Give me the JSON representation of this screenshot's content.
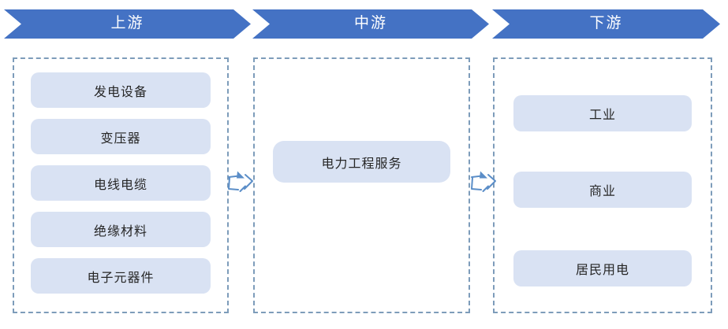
{
  "stages": [
    {
      "label": "上游",
      "items": [
        "发电设备",
        "变压器",
        "电线电缆",
        "绝缘材料",
        "电子元器件"
      ]
    },
    {
      "label": "中游",
      "items": [
        "电力工程服务"
      ]
    },
    {
      "label": "下游",
      "items": [
        "工业",
        "商业",
        "居民用电"
      ]
    }
  ],
  "icons": {
    "flow_arrow": "sketched-right-arrow-icon"
  },
  "colors": {
    "banner_fill": "#4472C4",
    "banner_text": "#FFFFFF",
    "chip_fill": "#D9E2F3",
    "chip_text": "#262626",
    "dashed_border": "#7D9CBA",
    "arrow_stroke": "#5B8EC8",
    "background": "#FFFFFF"
  }
}
